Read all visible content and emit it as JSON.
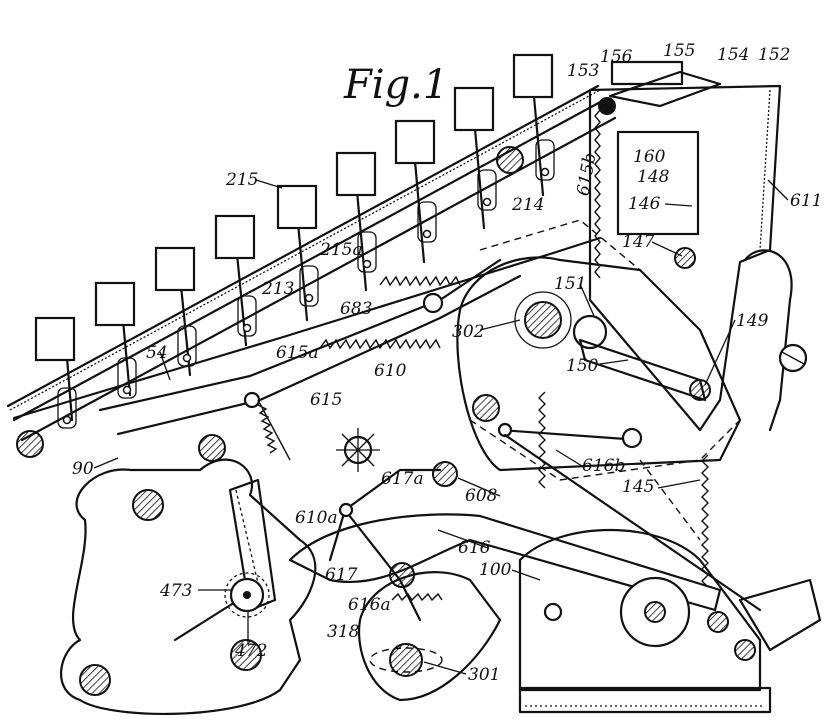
{
  "figure": {
    "title": "Fig.1"
  },
  "labels": {
    "l215": "215",
    "l54": "54",
    "l90": "90",
    "l213": "213",
    "l215a": "215a",
    "l683": "683",
    "l615a": "615a",
    "l615": "615",
    "l610": "610",
    "l615b": "615b",
    "l214": "214",
    "l302": "302",
    "l151": "151",
    "l150": "150",
    "l149": "149",
    "l147": "147",
    "l146": "146",
    "l148": "148",
    "l160": "160",
    "l153": "153",
    "l156": "156",
    "l155": "155",
    "l154": "154",
    "l152": "152",
    "l611": "611",
    "l617a": "617a",
    "l608": "608",
    "l616b": "616b",
    "l145": "145",
    "l610a": "610a",
    "l616": "616",
    "l617": "617",
    "l100": "100",
    "l616a": "616a",
    "l318": "318",
    "l301": "301",
    "l473": "473",
    "l472": "472"
  }
}
